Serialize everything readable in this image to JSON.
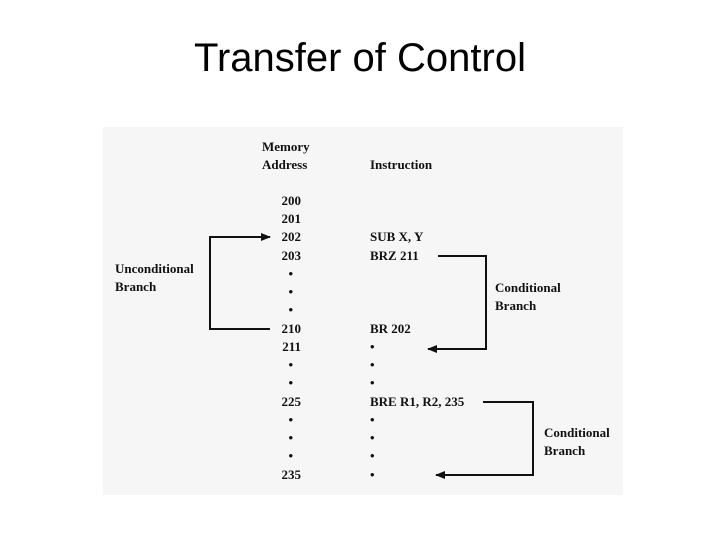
{
  "slide": {
    "title": "Transfer of Control"
  },
  "columns": {
    "memory_header_line1": "Memory",
    "memory_header_line2": "Address",
    "instruction_header": "Instruction"
  },
  "rows": [
    {
      "address": "200",
      "instruction": ""
    },
    {
      "address": "201",
      "instruction": ""
    },
    {
      "address": "202",
      "instruction": "SUB X, Y"
    },
    {
      "address": "203",
      "instruction": "BRZ 211"
    },
    {
      "address": "•",
      "instruction": ""
    },
    {
      "address": "•",
      "instruction": ""
    },
    {
      "address": "•",
      "instruction": ""
    },
    {
      "address": "210",
      "instruction": "BR 202"
    },
    {
      "address": "211",
      "instruction": "•"
    },
    {
      "address": "•",
      "instruction": "•"
    },
    {
      "address": "•",
      "instruction": "•"
    },
    {
      "address": "225",
      "instruction": "BRE R1, R2, 235"
    },
    {
      "address": "•",
      "instruction": "•"
    },
    {
      "address": "•",
      "instruction": "•"
    },
    {
      "address": "•",
      "instruction": "•"
    },
    {
      "address": "235",
      "instruction": "•"
    }
  ],
  "labels": {
    "unconditional_line1": "Unconditional",
    "unconditional_line2": "Branch",
    "conditional_1_line1": "Conditional",
    "conditional_1_line2": "Branch",
    "conditional_2_line1": "Conditional",
    "conditional_2_line2": "Branch"
  }
}
